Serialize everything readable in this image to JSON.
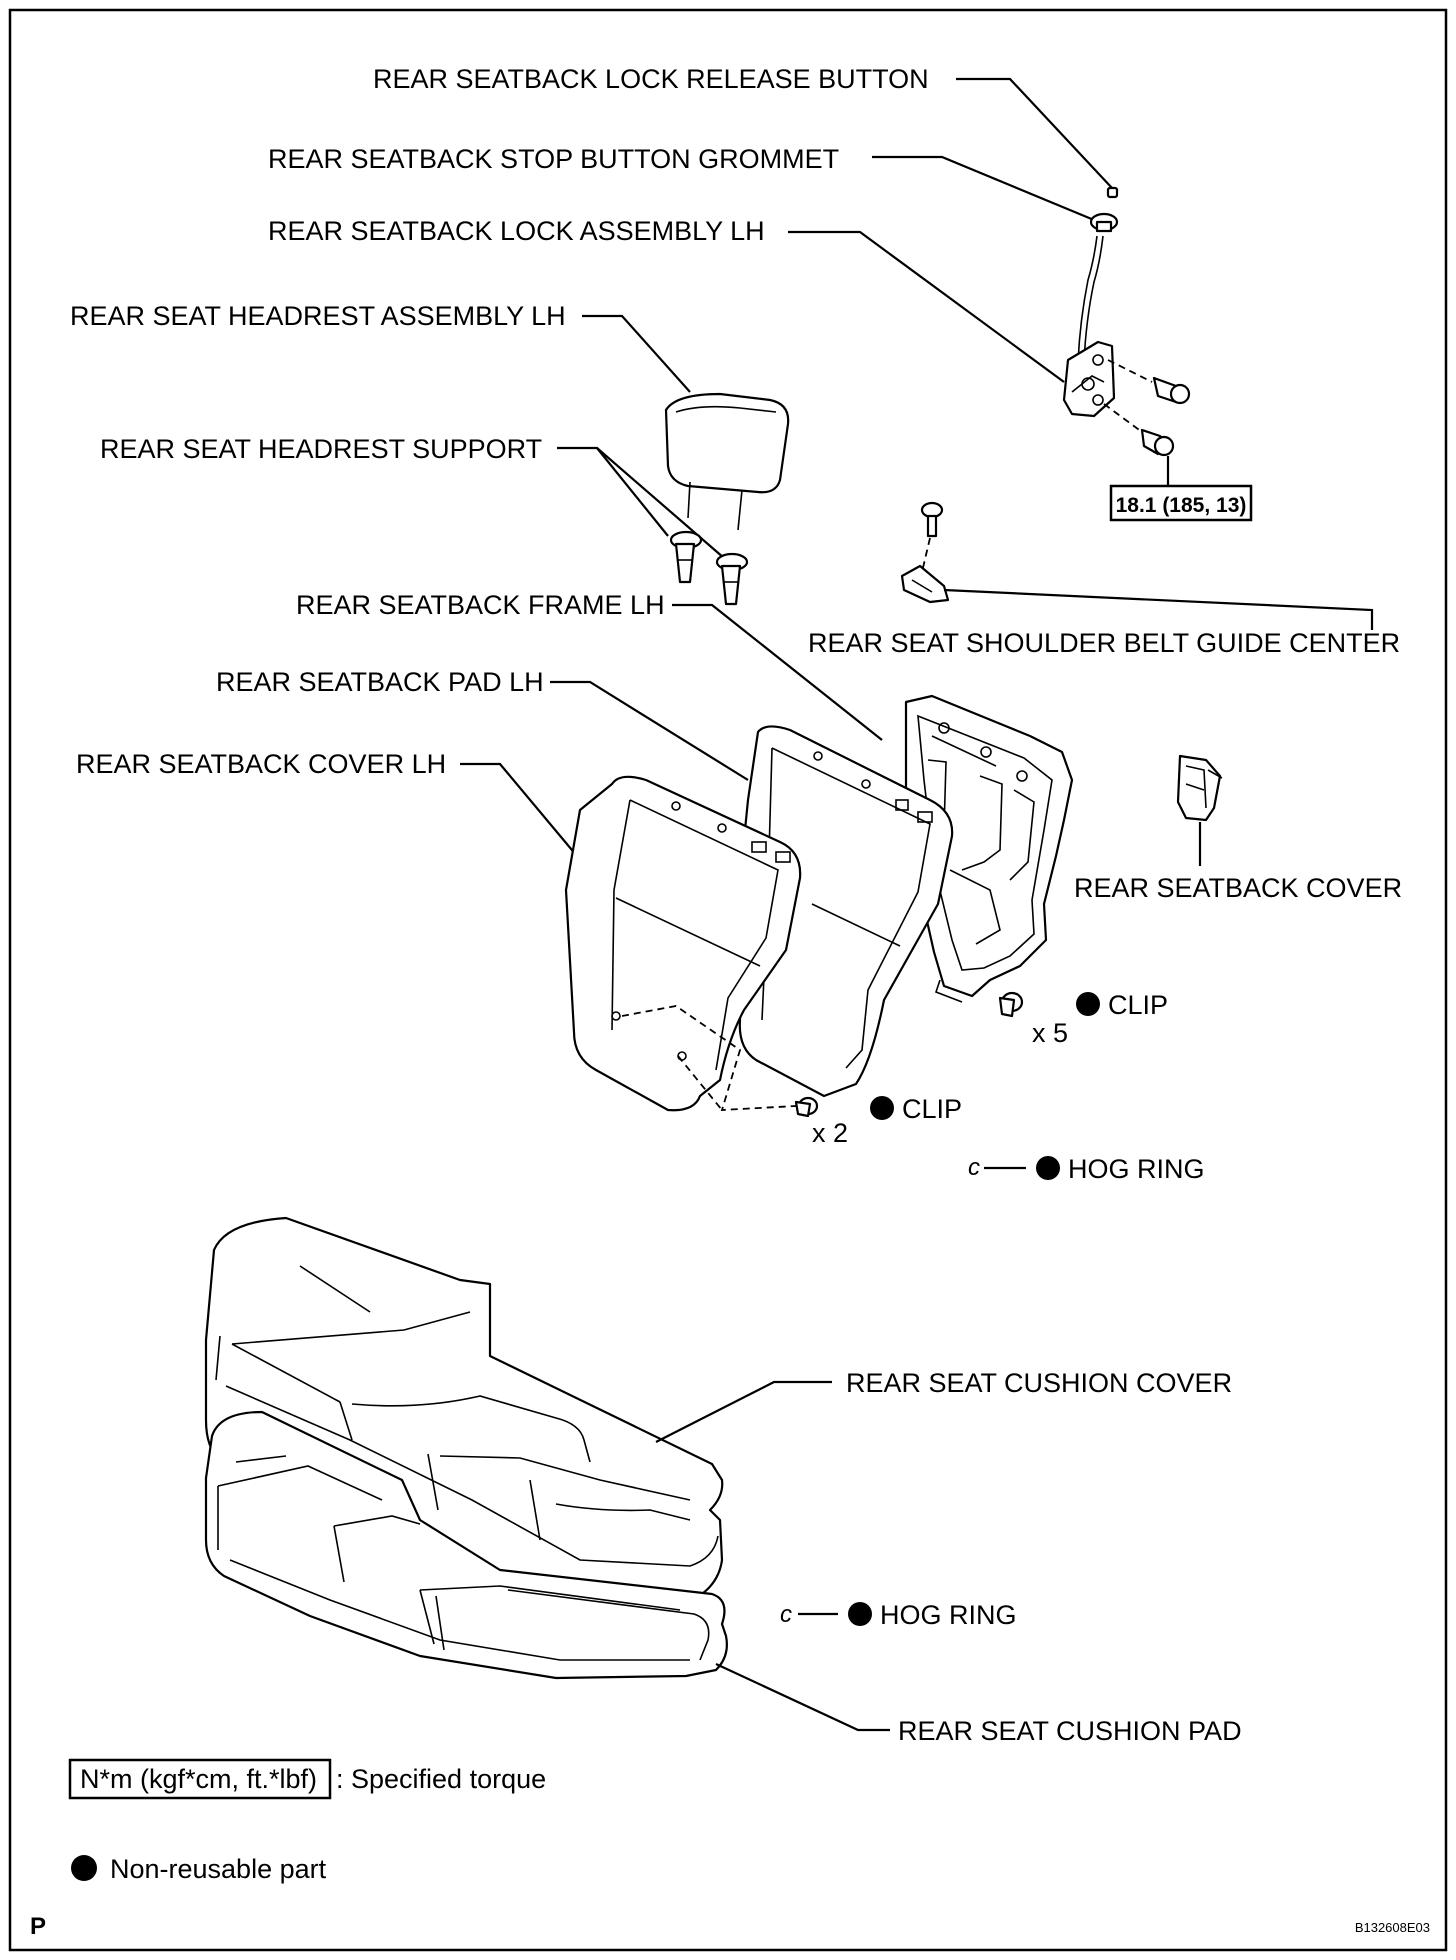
{
  "labels": {
    "lock_release_button": "REAR SEATBACK LOCK RELEASE BUTTON",
    "stop_button_grommet": "REAR SEATBACK STOP BUTTON GROMMET",
    "lock_assembly_lh": "REAR SEATBACK LOCK ASSEMBLY LH",
    "headrest_assembly_lh": "REAR SEAT HEADREST ASSEMBLY LH",
    "headrest_support": "REAR SEAT HEADREST SUPPORT",
    "seatback_frame_lh": "REAR SEATBACK FRAME LH",
    "shoulder_belt_guide_center": "REAR SEAT SHOULDER BELT GUIDE CENTER",
    "seatback_pad_lh": "REAR SEATBACK PAD LH",
    "seatback_cover_lh": "REAR SEATBACK COVER LH",
    "seatback_cover": "REAR SEATBACK COVER",
    "clip_1": "CLIP",
    "clip_2": "CLIP",
    "hog_ring_1": "HOG RING",
    "hog_ring_2": "HOG RING",
    "cushion_cover": "REAR SEAT CUSHION COVER",
    "cushion_pad": "REAR SEAT CUSHION PAD"
  },
  "quantities": {
    "clip_1": "x 5",
    "clip_2": "x 2"
  },
  "hog_ring_symbol": "c",
  "torque_value": "18.1 (185, 13)",
  "legend": {
    "torque_units": "N*m (kgf*cm, ft.*lbf)",
    "torque_desc": ": Specified torque",
    "non_reusable": "Non-reusable part"
  },
  "footer": {
    "left_mark": "P",
    "figure_id": "B132608E03"
  },
  "colors": {
    "ink": "#000000",
    "paper": "#ffffff"
  }
}
